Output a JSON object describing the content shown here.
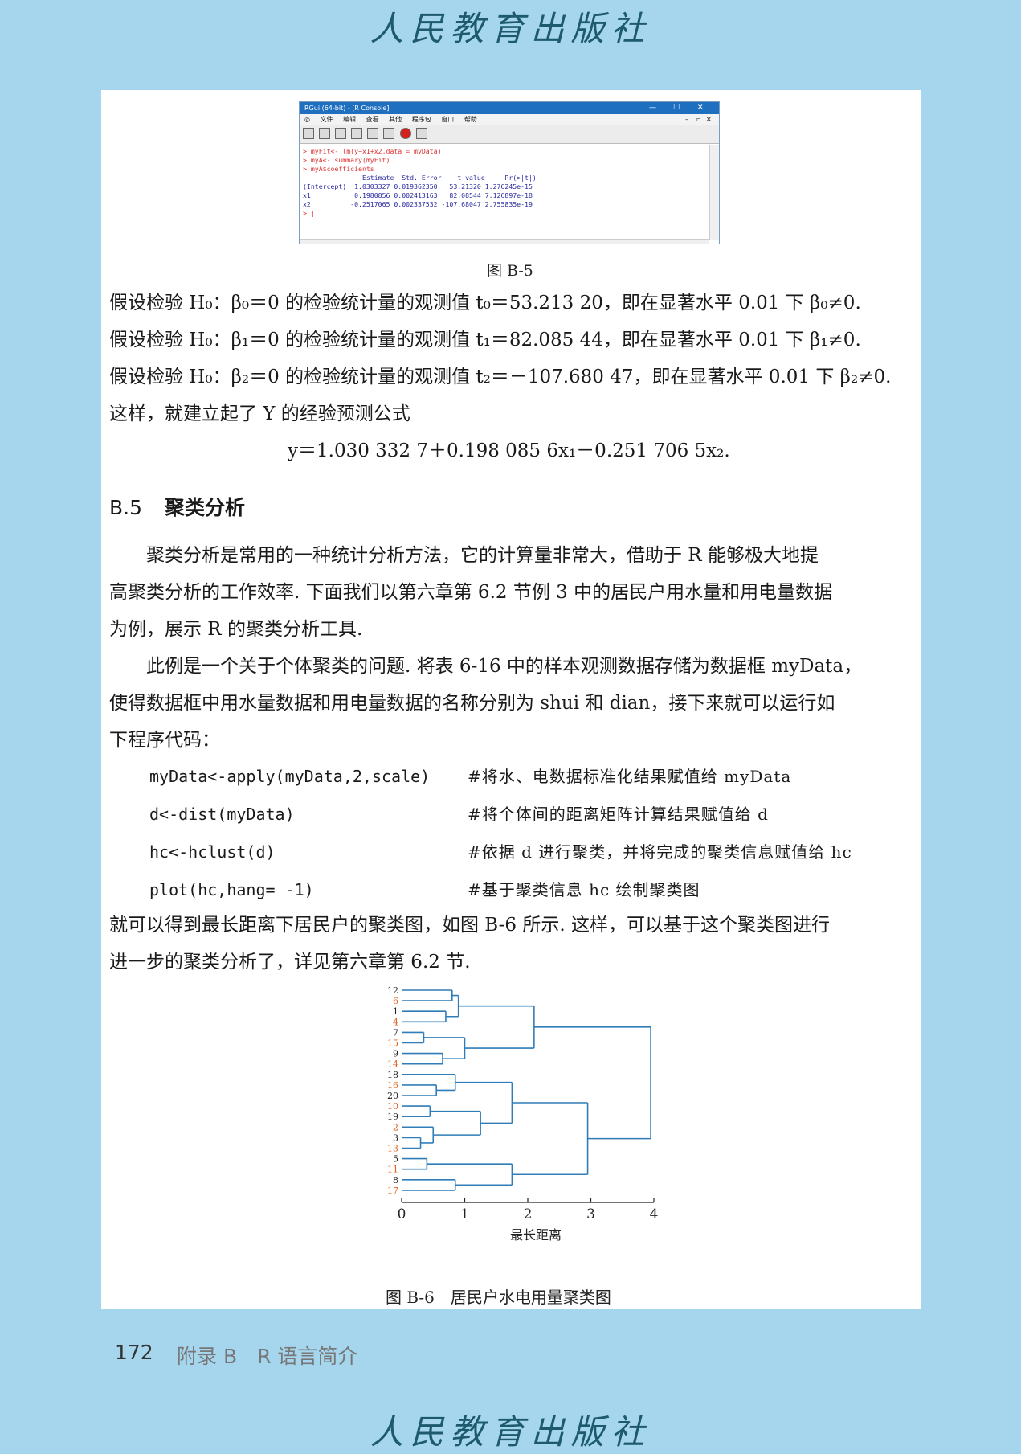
{
  "brand": "人民教育出版社",
  "rgui": {
    "title": "RGui (64-bit) - [R Console]",
    "window_buttons": [
      "—",
      "☐",
      "✕"
    ],
    "menu": [
      "文件",
      "编辑",
      "查看",
      "其他",
      "程序包",
      "窗口",
      "帮助"
    ],
    "inner_buttons": [
      "–",
      "▫",
      "✕"
    ],
    "console_commands": [
      "> myFit<- lm(y~x1+x2,data = myData)",
      "> myA<- summary(myFit)",
      "> myA$coefficients"
    ],
    "console_output": [
      "               Estimate  Std. Error    t value     Pr(>|t|)",
      "(Intercept)  1.0303327 0.019362350   53.21320 1.276245e-15",
      "x1           0.1980856 0.002413163   82.08544 7.126897e-18",
      "x2          -0.2517065 0.002337532 -107.68047 2.755835e-19"
    ],
    "prompt": "> |"
  },
  "fig_b5_caption": "图 B-5",
  "hypothesis_lines": [
    "假设检验 H₀：β₀＝0 的检验统计量的观测值 t₀＝53.213 20，即在显著水平 0.01 下 β₀≠0.",
    "假设检验 H₀：β₁＝0 的检验统计量的观测值 t₁＝82.085 44，即在显著水平 0.01 下 β₁≠0.",
    "假设检验 H₀：β₂＝0 的检验统计量的观测值 t₂＝－107.680 47，即在显著水平 0.01 下 β₂≠0."
  ],
  "formula_intro": "这样，就建立起了 Y 的经验预测公式",
  "formula": "y＝1.030 332 7＋0.198 085 6x₁－0.251 706 5x₂.",
  "section": {
    "number": "B.5",
    "title": "聚类分析"
  },
  "paragraph1": [
    "　　聚类分析是常用的一种统计分析方法，它的计算量非常大，借助于 R 能够极大地提",
    "高聚类分析的工作效率. 下面我们以第六章第 6.2 节例 3 中的居民户用水量和用电量数据",
    "为例，展示 R 的聚类分析工具."
  ],
  "paragraph2": [
    "　　此例是一个关于个体聚类的问题. 将表 6-16 中的样本观测数据存储为数据框 myData，",
    "使得数据框中用水量数据和用电量数据的名称分别为 shui 和 dian，接下来就可以运行如",
    "下程序代码："
  ],
  "code": [
    {
      "line": "myData<-apply(myData,2,scale)",
      "comment": "#将水、电数据标准化结果赋值给 myData"
    },
    {
      "line": "d<-dist(myData)",
      "comment": "#将个体间的距离矩阵计算结果赋值给 d"
    },
    {
      "line": "hc<-hclust(d)",
      "comment": "#依据 d 进行聚类，并将完成的聚类信息赋值给 hc"
    },
    {
      "line": "plot(hc,hang= -1)",
      "comment": "#基于聚类信息 hc 绘制聚类图"
    }
  ],
  "paragraph3": [
    "就可以得到最长距离下居民户的聚类图，如图 B-6 所示. 这样，可以基于这个聚类图进行",
    "进一步的聚类分析了，详见第六章第 6.2 节."
  ],
  "chart_data": {
    "type": "dendrogram",
    "orientation": "horizontal",
    "leaves": [
      "12",
      "6",
      "1",
      "4",
      "7",
      "15",
      "9",
      "14",
      "18",
      "16",
      "20",
      "10",
      "19",
      "2",
      "3",
      "13",
      "5",
      "11",
      "8",
      "17"
    ],
    "highlighted_leaves": [
      "6",
      "4",
      "15",
      "14",
      "16",
      "10",
      "2",
      "13",
      "11",
      "17"
    ],
    "xlabel": "最长距离",
    "xticks": [
      0,
      1,
      2,
      3,
      4
    ],
    "xlim": [
      0,
      4
    ],
    "leaf_color_default": "#222222",
    "leaf_color_highlight": "#e0601a",
    "line_color": "#2f7db8",
    "merges": [
      {
        "a": "1",
        "b": "4",
        "h": 0.7
      },
      {
        "a": "12",
        "b": "6",
        "h": 0.8
      },
      {
        "a": "(12,6)",
        "b": "(1,4)",
        "h": 0.9
      },
      {
        "a": "7",
        "b": "15",
        "h": 0.35
      },
      {
        "a": "9",
        "b": "14",
        "h": 0.65
      },
      {
        "a": "(7,15)",
        "b": "(9,14)",
        "h": 1.0
      },
      {
        "a": "(12,6,1,4)",
        "b": "(7,15,9,14)",
        "h": 2.1
      },
      {
        "a": "16",
        "b": "20",
        "h": 0.55
      },
      {
        "a": "18",
        "b": "(16,20)",
        "h": 0.85
      },
      {
        "a": "10",
        "b": "19",
        "h": 0.45
      },
      {
        "a": "3",
        "b": "13",
        "h": 0.3
      },
      {
        "a": "2",
        "b": "(3,13)",
        "h": 0.5
      },
      {
        "a": "(10,19)",
        "b": "(2,3,13)",
        "h": 1.25
      },
      {
        "a": "(18,16,20)",
        "b": "(10,19,2,3,13)",
        "h": 1.75
      },
      {
        "a": "5",
        "b": "11",
        "h": 0.4
      },
      {
        "a": "8",
        "b": "17",
        "h": 0.85
      },
      {
        "a": "(5,11)",
        "b": "(8,17)",
        "h": 1.75
      },
      {
        "a": "(18..13)",
        "b": "(5,11,8,17)",
        "h": 2.95
      },
      {
        "a": "(12..14)",
        "b": "(18..17)",
        "h": 3.95
      }
    ]
  },
  "fig_b6_caption": "图 B-6　居民户水电用量聚类图",
  "footer": {
    "page_number": "172",
    "title": "附录 B　R 语言简介"
  }
}
